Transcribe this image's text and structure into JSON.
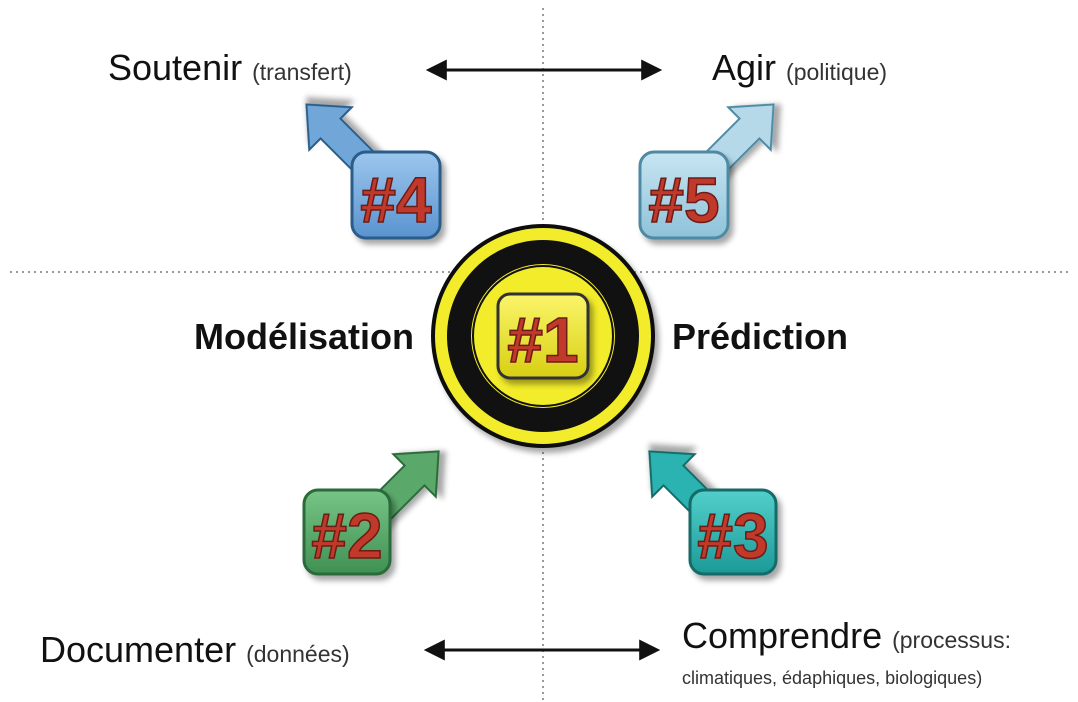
{
  "top_left": {
    "main": "Soutenir",
    "sub": "(transfert)"
  },
  "top_right": {
    "main": "Agir",
    "sub": "(politique)"
  },
  "bottom_left": {
    "main": "Documenter",
    "sub": "(données)"
  },
  "bottom_right": {
    "main": "Comprendre",
    "sub": "(processus:",
    "sub2": "climatiques, édaphiques, biologiques)"
  },
  "axis_left": "Modélisation",
  "axis_right": "Prédiction",
  "badges": [
    {
      "label": "#1",
      "color": "#e8e23a"
    },
    {
      "label": "#2",
      "color": "#5aa96b"
    },
    {
      "label": "#3",
      "color": "#2bb3b0"
    },
    {
      "label": "#4",
      "color": "#78aee0"
    },
    {
      "label": "#5",
      "color": "#a9d3e6"
    }
  ],
  "colors": {
    "badge_text": "#c0392b",
    "target_yellow": "#f2ec2a",
    "target_black": "#111111"
  }
}
